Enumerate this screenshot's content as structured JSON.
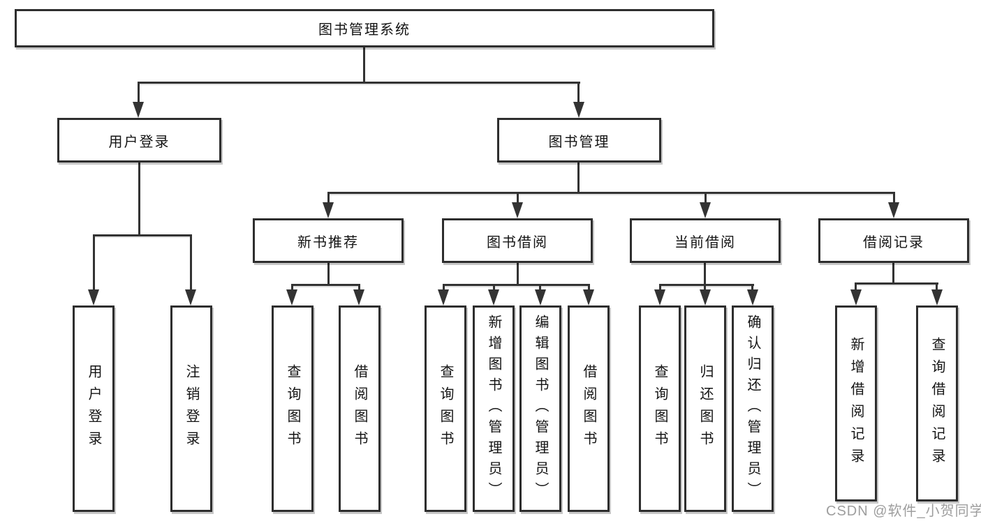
{
  "diagram": {
    "root": {
      "label": "图书管理系统"
    },
    "level2": [
      {
        "label": "用户登录"
      },
      {
        "label": "图书管理"
      }
    ],
    "level3": [
      {
        "label": "新书推荐",
        "parent": "图书管理"
      },
      {
        "label": "图书借阅",
        "parent": "图书管理"
      },
      {
        "label": "当前借阅",
        "parent": "图书管理"
      },
      {
        "label": "借阅记录",
        "parent": "图书管理"
      }
    ],
    "leaves": [
      {
        "label": "用户登录",
        "parent": "用户登录"
      },
      {
        "label": "注销登录",
        "parent": "用户登录"
      },
      {
        "label": "查询图书",
        "parent": "新书推荐"
      },
      {
        "label": "借阅图书",
        "parent": "新书推荐"
      },
      {
        "label": "查询图书",
        "parent": "图书借阅"
      },
      {
        "label": "新增图书（管理员）",
        "parent": "图书借阅"
      },
      {
        "label": "编辑图书（管理员）",
        "parent": "图书借阅"
      },
      {
        "label": "借阅图书",
        "parent": "图书借阅"
      },
      {
        "label": "查询图书",
        "parent": "当前借阅"
      },
      {
        "label": "归还图书",
        "parent": "当前借阅"
      },
      {
        "label": "确认归还（管理员）",
        "parent": "当前借阅"
      },
      {
        "label": "新增借阅记录",
        "parent": "借阅记录"
      },
      {
        "label": "查询借阅记录",
        "parent": "借阅记录"
      }
    ],
    "colors": {
      "line": "#333333",
      "box_border": "#2e2e2e",
      "text": "#141414",
      "watermark": "#9e9e9e",
      "background": "#ffffff"
    }
  },
  "watermark": {
    "text": "CSDN @软件_小贺同学"
  }
}
